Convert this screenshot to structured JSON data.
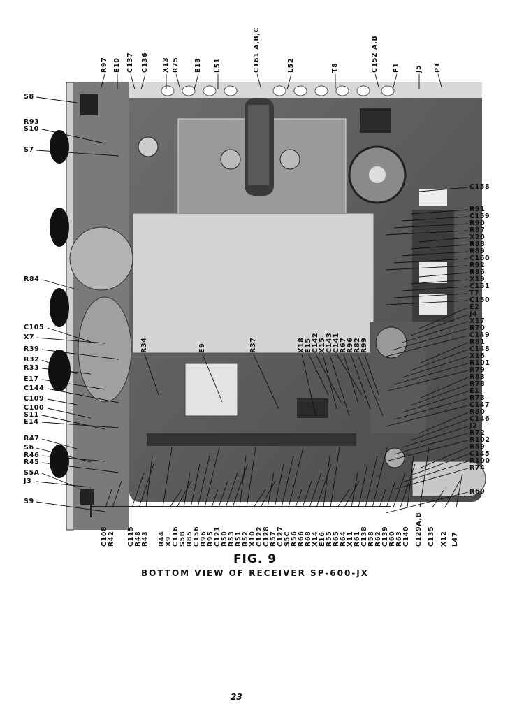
{
  "figure": {
    "number": "FIG. 9",
    "caption": "BOTTOM VIEW OF RECEIVER SP-600-JX"
  },
  "page_number": "23",
  "labels": {
    "top": [
      "R97",
      "E10",
      "C137",
      "C136",
      "X13",
      "R75",
      "E13",
      "L51",
      "C161 A,B,C",
      "L52",
      "T8",
      "C152 A,B",
      "F1",
      "J5",
      "P1"
    ],
    "left": [
      "S8",
      "R93",
      "S10",
      "S7",
      "R84",
      "C105",
      "X7",
      "R39",
      "R32",
      "R33",
      "E17",
      "C144",
      "C109",
      "C100",
      "S11",
      "E14",
      "R47",
      "S6",
      "R46",
      "R45",
      "S5A",
      "J3",
      "S9"
    ],
    "right": [
      "C158",
      "R91",
      "C159",
      "R90",
      "R87",
      "X20",
      "R88",
      "R89",
      "C160",
      "R92",
      "R86",
      "X19",
      "C151",
      "T7",
      "C150",
      "E2",
      "J4",
      "X17",
      "R70",
      "C149",
      "R81",
      "C148",
      "X16",
      "R101",
      "R79",
      "R83",
      "R78",
      "E1",
      "R73",
      "C147",
      "R80",
      "C146",
      "J2",
      "R72",
      "R102",
      "R59",
      "C145",
      "R100",
      "R74",
      "R69"
    ],
    "bottom": [
      "C108",
      "R42",
      "C115",
      "R48",
      "R43",
      "R44",
      "X9",
      "C116",
      "S5B",
      "R85",
      "C156",
      "R96",
      "R95",
      "C121",
      "R50",
      "R53",
      "R51",
      "R52",
      "X10",
      "C122",
      "C128",
      "R57",
      "C127",
      "S5C",
      "R56",
      "R66",
      "R68",
      "X14",
      "E16",
      "R55",
      "R65",
      "R64",
      "X11",
      "R61",
      "C138",
      "R58",
      "R62",
      "C139",
      "R60",
      "R63",
      "C140",
      "C129A,B",
      "C135",
      "X12",
      "L47"
    ],
    "middle": [
      "R34",
      "E9",
      "R37",
      "X18",
      "E15",
      "C142",
      "X15",
      "C143",
      "C141",
      "R67",
      "R96",
      "R82",
      "R99"
    ]
  }
}
